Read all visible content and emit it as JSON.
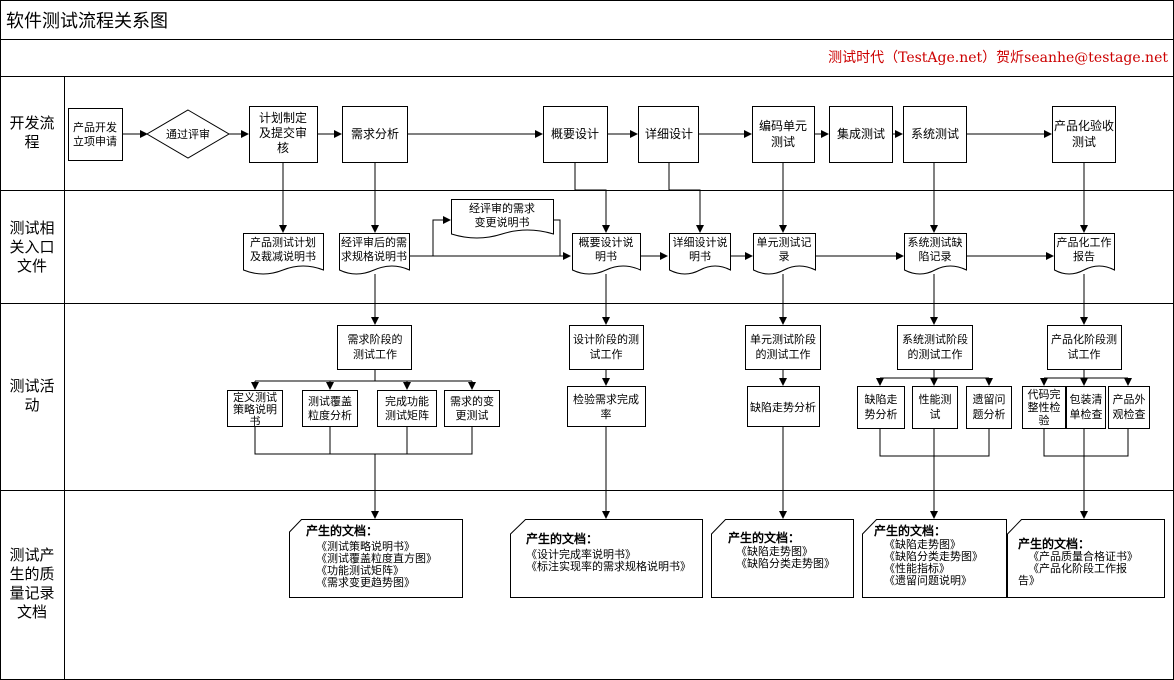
{
  "title": "软件测试流程关系图",
  "credit": "测试时代（TestAge.net）贺炘seanhe@testage.net",
  "colors": {
    "credit": "#cc0000",
    "line": "#000000",
    "bg": "#ffffff"
  },
  "lanes": [
    {
      "label": [
        "开发流",
        "程"
      ]
    },
    {
      "label": [
        "测试相",
        "关入口",
        "文件"
      ]
    },
    {
      "label": [
        "测试活",
        "动"
      ]
    },
    {
      "label": [
        "测试产",
        "生的质",
        "量记录",
        "文档"
      ]
    }
  ],
  "dev_steps": [
    {
      "lines": [
        "产品开发",
        "立项申请"
      ]
    },
    {
      "lines": [
        "通过评审"
      ]
    },
    {
      "lines": [
        "计划制定",
        "及提交审",
        "核"
      ]
    },
    {
      "lines": [
        "需求分析"
      ]
    },
    {
      "lines": [
        "概要设计"
      ]
    },
    {
      "lines": [
        "详细设计"
      ]
    },
    {
      "lines": [
        "编码单元",
        "测试"
      ]
    },
    {
      "lines": [
        "集成测试"
      ]
    },
    {
      "lines": [
        "系统测试"
      ]
    },
    {
      "lines": [
        "产品化验收",
        "测试"
      ]
    }
  ],
  "entry_docs": [
    {
      "lines": [
        "产品测试计划",
        "及裁减说明书"
      ]
    },
    {
      "lines": [
        "经评审后的需",
        "求规格说明书"
      ]
    },
    {
      "lines": [
        "经评审的需求",
        "变更说明书"
      ]
    },
    {
      "lines": [
        "概要设计说",
        "明书"
      ]
    },
    {
      "lines": [
        "详细设计说",
        "明书"
      ]
    },
    {
      "lines": [
        "单元测试记",
        "录"
      ]
    },
    {
      "lines": [
        "系统测试缺",
        "陷记录"
      ]
    },
    {
      "lines": [
        "产品化工作",
        "报告"
      ]
    }
  ],
  "phase_work": [
    {
      "lines": [
        "需求阶段的",
        "测试工作"
      ]
    },
    {
      "lines": [
        "设计阶段的测",
        "试工作"
      ]
    },
    {
      "lines": [
        "单元测试阶段",
        "的测试工作"
      ]
    },
    {
      "lines": [
        "系统测试阶段",
        "的测试工作"
      ]
    },
    {
      "lines": [
        "产品化阶段测",
        "试工作"
      ]
    }
  ],
  "activities": [
    {
      "lines": [
        "定义测试",
        "策略说明",
        "书"
      ]
    },
    {
      "lines": [
        "测试覆盖",
        "粒度分析"
      ]
    },
    {
      "lines": [
        "完成功能",
        "测试矩阵"
      ]
    },
    {
      "lines": [
        "需求的变",
        "更测试"
      ]
    },
    {
      "lines": [
        "检验需求完成",
        "率"
      ]
    },
    {
      "lines": [
        "缺陷走势分析"
      ]
    },
    {
      "lines": [
        "缺陷走",
        "势分析"
      ]
    },
    {
      "lines": [
        "性能测",
        "试"
      ]
    },
    {
      "lines": [
        "遗留问",
        "题分析"
      ]
    },
    {
      "lines": [
        "代码完",
        "整性检",
        "验"
      ]
    },
    {
      "lines": [
        "包装清",
        "单检查"
      ]
    },
    {
      "lines": [
        "产品外",
        "观检查"
      ]
    }
  ],
  "output_docs": [
    {
      "heading": "产生的文档：",
      "items": [
        "《测试策略说明书》",
        "《测试覆盖粒度直方图》",
        "《功能测试矩阵》",
        "《需求变更趋势图》"
      ]
    },
    {
      "heading": "产生的文档：",
      "items": [
        "《设计完成率说明书》",
        "《标注实现率的需求规格说明书》"
      ]
    },
    {
      "heading": "产生的文档：",
      "items": [
        "《缺陷走势图》",
        "《缺陷分类走势图》"
      ]
    },
    {
      "heading": "产生的文档：",
      "items": [
        "《缺陷走势图》",
        "《缺陷分类走势图》",
        "《性能指标》",
        "《遗留问题说明》"
      ]
    },
    {
      "heading": "产生的文档：",
      "items": [
        "《产品质量合格证书》",
        "《产品化阶段工作报",
        "告》"
      ]
    }
  ]
}
